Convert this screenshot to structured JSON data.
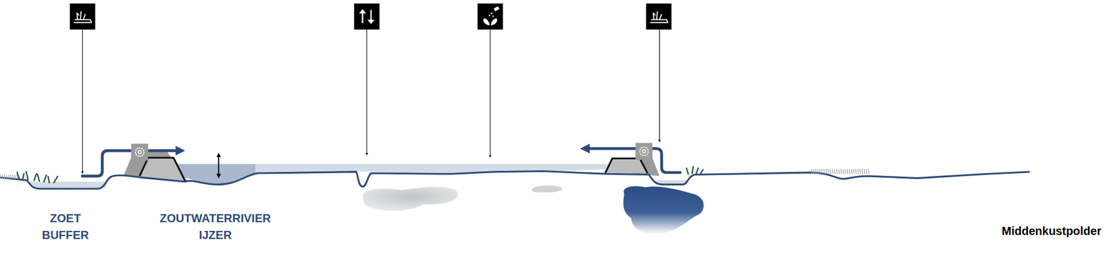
{
  "diagram": {
    "labels": [
      "ZOET BUFFER",
      "ZOUTWATERRIVIER IJZER",
      "Middenkustpolder"
    ]
  }
}
